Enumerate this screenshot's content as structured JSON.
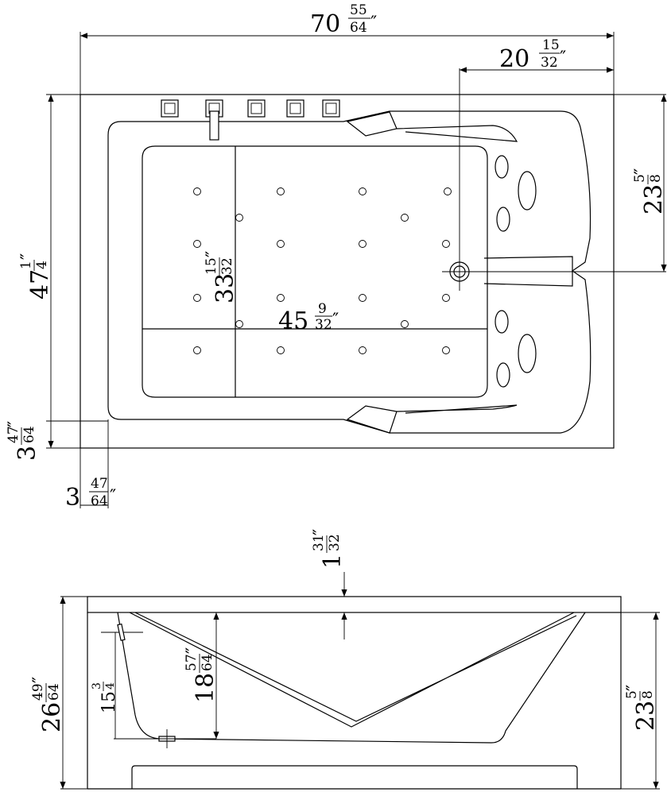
{
  "top_view": {
    "overall_length": {
      "whole": "70",
      "num": "55",
      "den": "64",
      "mark": "″"
    },
    "drain_offset": {
      "whole": "20",
      "num": "15",
      "den": "32",
      "mark": "″"
    },
    "overall_width": {
      "whole": "47",
      "num": "1",
      "den": "4",
      "mark": "″"
    },
    "half_width": {
      "whole": "23",
      "num": "5",
      "den": "8",
      "mark": "″"
    },
    "inner_width": {
      "whole": "33",
      "num": "15",
      "den": "32",
      "mark": "″"
    },
    "inner_length": {
      "whole": "45",
      "num": "9",
      "den": "32",
      "mark": "″"
    },
    "rim_side": {
      "whole": "3",
      "num": "47",
      "den": "64",
      "mark": "″"
    },
    "rim_end": {
      "whole": "3",
      "num": "47",
      "den": "64",
      "mark": "″"
    }
  },
  "side_view": {
    "rim_thickness": {
      "whole": "1",
      "num": "31",
      "den": "32",
      "mark": "″"
    },
    "overall_height": {
      "whole": "26",
      "num": "49",
      "den": "64",
      "mark": "″"
    },
    "basin_depth": {
      "whole": "18",
      "num": "57",
      "den": "64",
      "mark": "″"
    },
    "overflow_height": {
      "whole": "15",
      "num": "3",
      "den": "4",
      "mark": ""
    },
    "height_right": {
      "whole": "23",
      "num": "5",
      "den": "8",
      "mark": "″"
    }
  },
  "colors": {
    "line": "#000000",
    "background": "#ffffff"
  }
}
